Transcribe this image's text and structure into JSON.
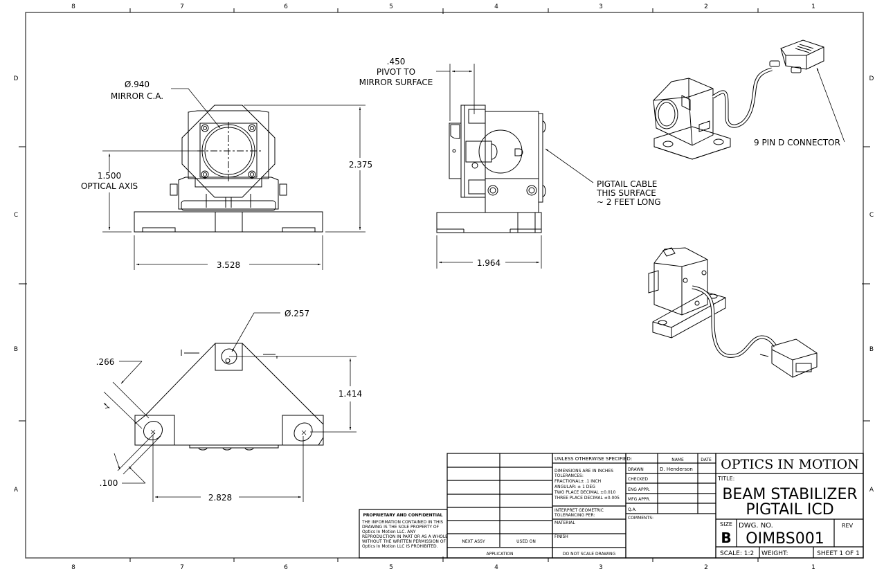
{
  "border": {
    "columns": [
      "8",
      "7",
      "6",
      "5",
      "4",
      "3",
      "2",
      "1"
    ],
    "rows": [
      "D",
      "C",
      "B",
      "A"
    ]
  },
  "front_view": {
    "mirror_diameter": "Ø.940",
    "mirror_label": "MIRROR C.A.",
    "optical_axis_value": "1.500",
    "optical_axis_label": "OPTICAL AXIS",
    "height": "2.375",
    "width": "3.528"
  },
  "side_view": {
    "pivot_value": ".450",
    "pivot_line1": "PIVOT TO",
    "pivot_line2": "MIRROR SURFACE",
    "depth": "1.964",
    "cable_note": [
      "PIGTAIL CABLE",
      "THIS SURFACE",
      "~ 2 FEET LONG"
    ]
  },
  "top_view": {
    "hole_diameter": "Ø.257",
    "slot_width": ".266",
    "slot_offset": ".100",
    "vertical": "1.414",
    "horizontal": "2.828"
  },
  "iso_views": {
    "connector_note": "9 PIN D CONNECTOR"
  },
  "title_block": {
    "company": "OPTICS IN MOTION",
    "title_label": "TITLE:",
    "title_line1": "BEAM STABILIZER",
    "title_line2": "PIGTAIL ICD",
    "size_label": "SIZE",
    "size_value": "B",
    "dwg_label": "DWG.  NO.",
    "dwg_value": "OIMBS001",
    "rev_label": "REV",
    "scale": "SCALE: 1:2",
    "weight": "WEIGHT:",
    "sheet": "SHEET 1 OF 1",
    "name_header": "NAME",
    "date_header": "DATE",
    "roles": [
      {
        "role": "DRAWN",
        "name": "D. Henderson"
      },
      {
        "role": "CHECKED",
        "name": ""
      },
      {
        "role": "ENG APPR.",
        "name": ""
      },
      {
        "role": "MFG APPR.",
        "name": ""
      },
      {
        "role": "Q.A.",
        "name": ""
      }
    ],
    "comments_label": "COMMENTS:",
    "unless_specified": "UNLESS OTHERWISE SPECIFIED:",
    "tolerances": [
      "DIMENSIONS ARE IN INCHES",
      "TOLERANCES:",
      "FRACTIONAL± .1 INCH",
      "ANGULAR: ± 1 DEG",
      "TWO PLACE DECIMAL    ±0.010",
      "THREE PLACE DECIMAL  ±0.005"
    ],
    "interpret_line1": "INTERPRET GEOMETRIC",
    "interpret_line2": "TOLERANCING PER:",
    "material_label": "MATERIAL",
    "finish_label": "FINISH",
    "do_not_scale": "DO NOT SCALE DRAWING",
    "next_assy": "NEXT ASSY",
    "used_on": "USED ON",
    "application": "APPLICATION",
    "proprietary_title": "PROPRIETARY AND CONFIDENTIAL",
    "proprietary_text": [
      "THE INFORMATION CONTAINED IN THIS",
      "DRAWING IS THE SOLE PROPERTY OF",
      "Optics In Motion LLC.  ANY",
      "REPRODUCTION IN PART OR AS A WHOLE",
      "WITHOUT THE WRITTEN PERMISSION OF",
      "Optics In Motion LLC IS PROHIBITED."
    ]
  }
}
